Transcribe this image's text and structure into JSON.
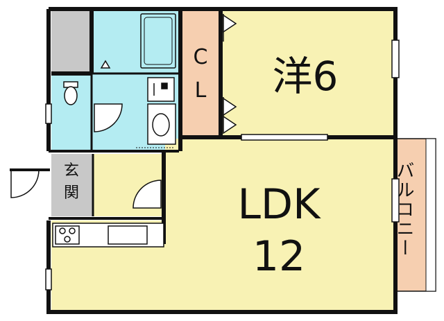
{
  "rooms": {
    "western_room": {
      "label": "洋6"
    },
    "closet": {
      "label_line1": "C",
      "label_line2": "L"
    },
    "ldk": {
      "label_line1": "LDK",
      "label_line2": "12"
    },
    "entrance": {
      "label_line1": "玄",
      "label_line2": "関"
    },
    "balcony": {
      "label": "バルコニー"
    }
  },
  "colors": {
    "wall": "#111111",
    "western_room_fill": "#f8f2b4",
    "ldk_fill": "#f8f2b4",
    "closet_fill": "#f6cfb0",
    "wet_area_fill": "#b4ecf2",
    "storage_fill": "#c8c8c8",
    "entrance_fill": "#c8c8c8",
    "balcony_fill": "#f6cfb0",
    "hall_fill": "#f8f2b4"
  }
}
